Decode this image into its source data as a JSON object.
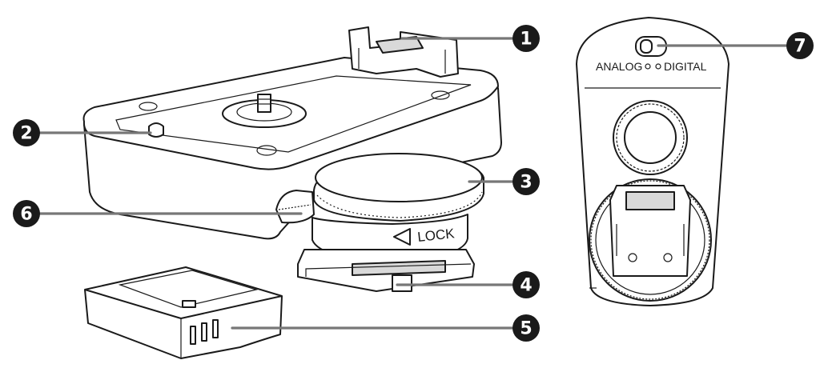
{
  "callouts": [
    {
      "number": "1"
    },
    {
      "number": "2"
    },
    {
      "number": "3"
    },
    {
      "number": "4"
    },
    {
      "number": "5"
    },
    {
      "number": "6"
    },
    {
      "number": "7"
    }
  ],
  "labels": {
    "lock": "LOCK",
    "analog": "ANALOG",
    "digital": "DIGITAL"
  },
  "colors": {
    "line": "#1a1a1a",
    "leader": "#777777",
    "badge": "#1a1a1a"
  }
}
